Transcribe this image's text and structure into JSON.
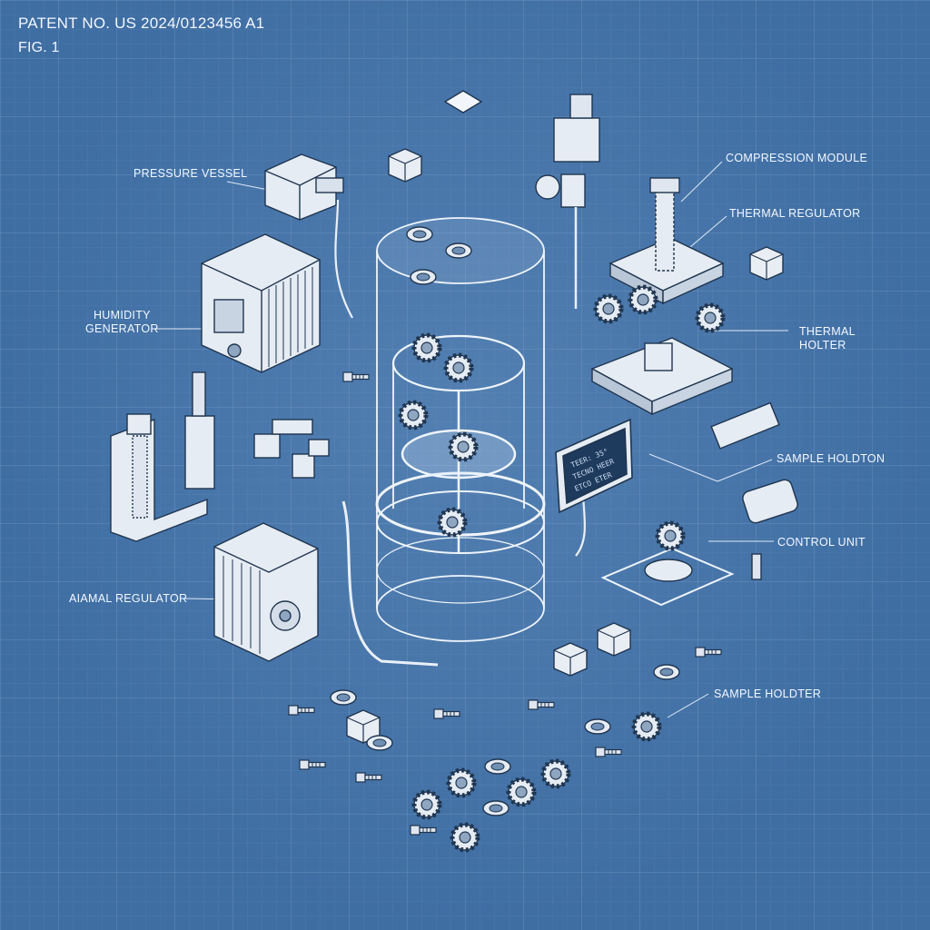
{
  "header": {
    "patent_number": "PATENT NO. US 2024/0123456 A1",
    "figure": "FIG. 1"
  },
  "labels": {
    "pressure_vessel": "PRESSURE VESSEL",
    "humidity_generator_1": "HUMIDITY",
    "humidity_generator_2": "GENERATOR",
    "compression_module": "COMPRESSION MODULE",
    "thermal_regulator_right": "THERMAL REGULATOR",
    "thermal_holter_1": "THERMAL",
    "thermal_holter_2": "HOLTER",
    "sample_holdton": "SAMPLE HOLDTON",
    "control_unit": "CONTROL UNIT",
    "thermal_regulator_left": "ΑΙΑΜΑL REGULATOR",
    "sample_holdter": "SAMPLE HOLDTER"
  },
  "screen_text": {
    "line1": "TEER: 35°",
    "line2": "TECNO HEER",
    "line3": "ETCO ETER"
  },
  "colors": {
    "background": "#3f6ea3",
    "ink": "#f2f7ff",
    "part_fill": "#e6ecf3",
    "part_shade": "#b9c6d6"
  }
}
